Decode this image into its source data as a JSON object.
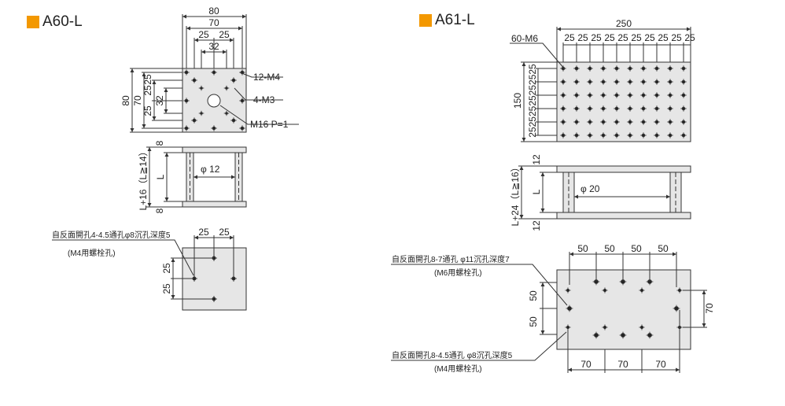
{
  "colors": {
    "accent": "#f39800",
    "plate": "#e6e6e6",
    "line": "#333333"
  },
  "a60": {
    "title": "A60-L",
    "top": {
      "w80": "80",
      "w70": "70",
      "w25a": "25",
      "w25b": "25",
      "w32": "32",
      "h80": "80",
      "h70": "70",
      "h25a": "25",
      "h25b": "25",
      "h25c": "25",
      "h32": "32",
      "lab_m4": "12-M4",
      "lab_m3": "4-M3",
      "lab_m16": "M16  P=1"
    },
    "side": {
      "t8a": "8",
      "t8b": "8",
      "length": "L+16（L≧14）",
      "L": "L",
      "dia": "φ 12"
    },
    "bottom": {
      "note1": "自反面開孔4-4.5通孔φ8沉孔深度5",
      "note2": "(M4用螺栓孔)",
      "w25a": "25",
      "w25b": "25",
      "h25a": "25",
      "h25b": "25"
    }
  },
  "a61": {
    "title": "A61-L",
    "top": {
      "w250": "250",
      "holes": "60-M6",
      "pitch": [
        "25",
        "25",
        "25",
        "25",
        "25",
        "25",
        "25",
        "25",
        "25",
        "25"
      ],
      "h150": "150",
      "vpitch": "25252525252525"
    },
    "side": {
      "t12a": "12",
      "t12b": "12",
      "length": "L+24（L≧16）",
      "L": "L",
      "dia": "φ 20"
    },
    "bottom": {
      "note1": "自反面開孔8-7通孔 φ11沉孔深度7",
      "note2": "(M6用螺栓孔)",
      "note3": "自反面開孔8-4.5通孔 φ8沉孔深度5",
      "note4": "(M4用螺栓孔)",
      "w50": [
        "50",
        "50",
        "50",
        "50"
      ],
      "h50a": "50",
      "h50b": "50",
      "w70": [
        "70",
        "70",
        "70"
      ],
      "h70": "70"
    }
  }
}
